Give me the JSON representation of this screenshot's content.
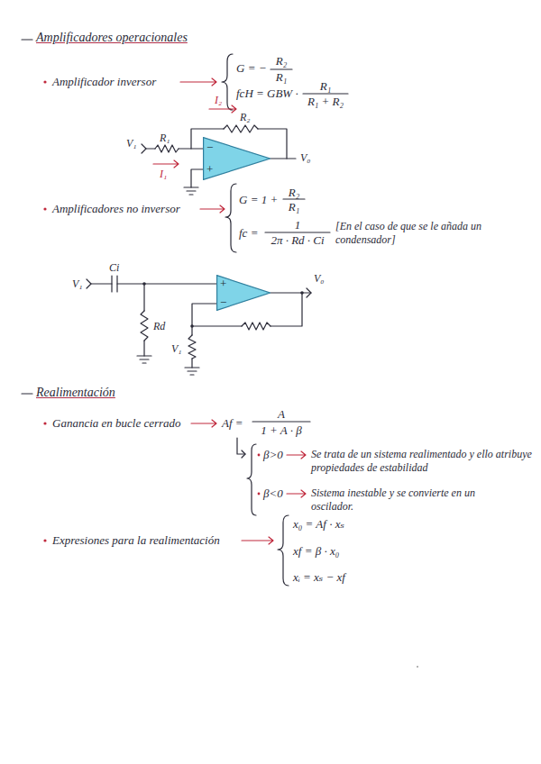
{
  "diagram": {
    "nodes": [
      {
        "text": [
          "−",
          "+"
        ]
      },
      {
        "text": [
          "+",
          "−"
        ]
      }
    ],
    "labels": [
      "Amplificadores operacionales",
      "Amplificador inversor",
      "G = −",
      "R₂",
      "R₁",
      "fcH = GBW ·",
      "R₁",
      "R₁ + R₂",
      "V₁",
      "R₁",
      "I₁",
      "I₂",
      "R₂",
      "V₀",
      "Amplificadores no inversor",
      "G = 1 +",
      "R₂",
      "R₁",
      "fc =",
      "1",
      "2π · Rd · Ci",
      "[En el caso de que se le añada un condensador]",
      "V₁",
      "Ci",
      "Rd",
      "V₀",
      "V₁",
      "Realimentación",
      "Ganancia en bucle cerrado",
      "Af =",
      "A",
      "1 + A · β",
      "β>0",
      "Se trata de un sistema realimentado y ello atribuye propiedades de estabilidad",
      "β<0",
      "Sistema inestable y se convierte en un oscilador.",
      "Expresiones para la realimentación",
      "x₀ = Af · xₛ",
      "xf = β · x₀",
      "xᵢ = xₛ − xf"
    ]
  }
}
